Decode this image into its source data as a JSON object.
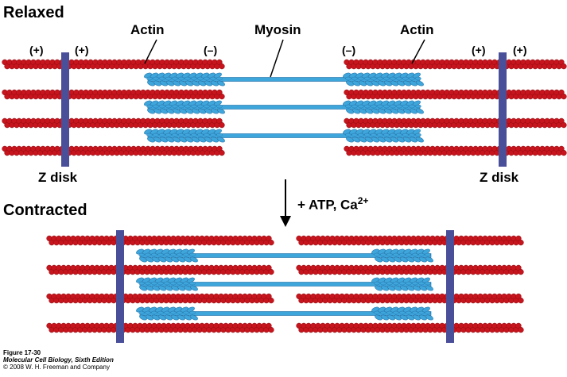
{
  "relaxed": {
    "heading": "Relaxed",
    "actin_left": "Actin",
    "myosin": "Myosin",
    "actin_right": "Actin",
    "plus_1": "(+)",
    "plus_2": "(+)",
    "minus_left": "(–)",
    "minus_right": "(–)",
    "plus_3": "(+)",
    "plus_4": "(+)",
    "z_disk_left": "Z disk",
    "z_disk_right": "Z disk"
  },
  "transition": {
    "label_prefix": "+ ATP, Ca",
    "label_superscript": "2+"
  },
  "contracted": {
    "heading": "Contracted"
  },
  "caption": {
    "figure": "Figure 17-30",
    "book": "Molecular Cell Biology, Sixth Edition",
    "copyright": "© 2008 W. H. Freeman and Company"
  },
  "colors": {
    "actin": "#c8141c",
    "actin_dark": "#8a0c12",
    "myosin": "#3fa6dc",
    "myosin_dark": "#1f6fa6",
    "z_disk": "#4a4f9a"
  }
}
